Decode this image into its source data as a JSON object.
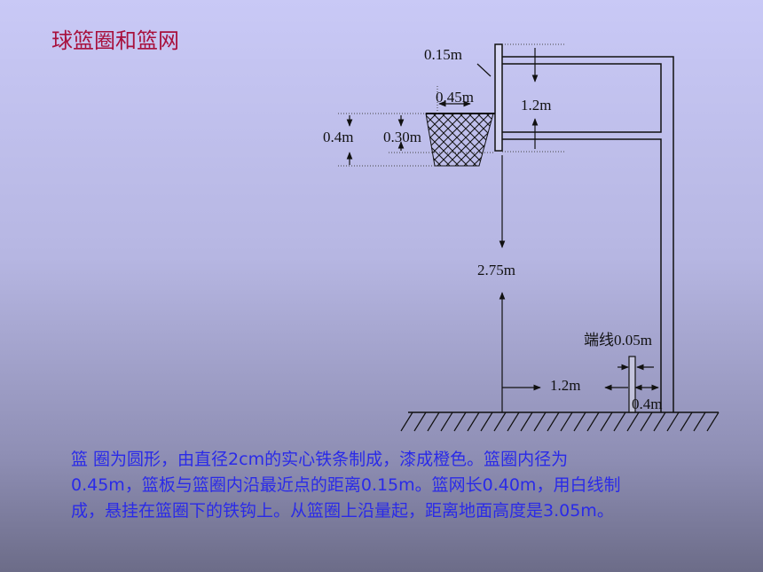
{
  "title": "球篮圈和篮网",
  "labels": {
    "backboard_gap": "0.15m",
    "rim_diameter": "0.45m",
    "backboard_height": "1.2m",
    "net_length": "0.4m",
    "net_bottom": "0.30m",
    "rim_height": "2.75m",
    "end_line": "端线0.05m",
    "pole_distance": "1.2m",
    "line_gap": "0.4m"
  },
  "description": [
    "篮 圈为圆形，由直径2cm的实心铁条制成，漆成橙色。篮圈内径为",
    "0.45m，篮板与篮圈内沿最近点的距离0.15m。篮网长0.40m，用白线制",
    "成，悬挂在篮圈下的铁钩上。从篮圈上沿量起，距离地面高度是3.05m。"
  ],
  "colors": {
    "title": "#a8103c",
    "description": "#2a2ae8",
    "lines": "#111111"
  }
}
